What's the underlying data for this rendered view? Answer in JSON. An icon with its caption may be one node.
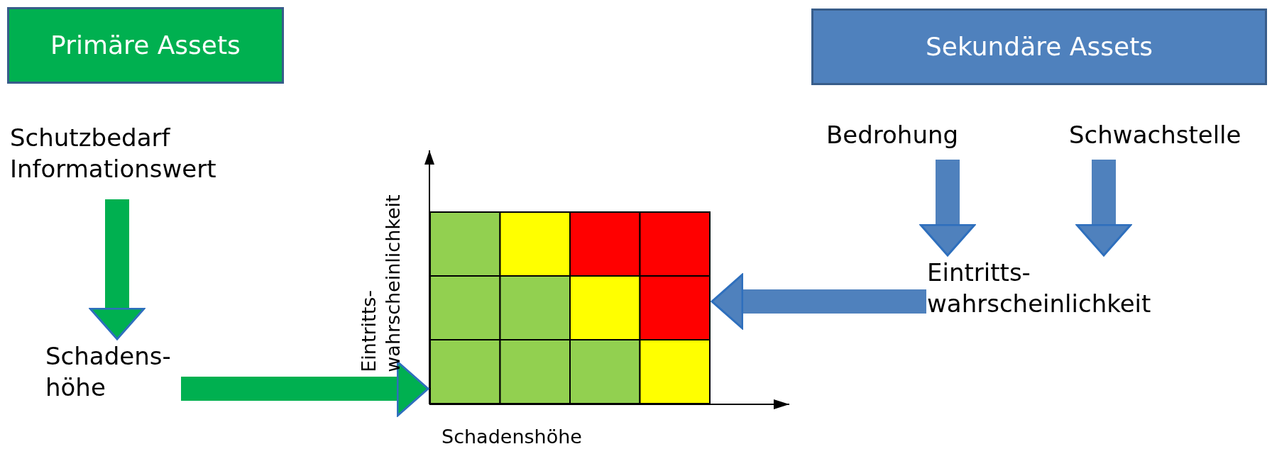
{
  "diagram": {
    "nodes": [
      {
        "text": [
          "Primäre Assets"
        ]
      },
      {
        "text": [
          "Sekundäre Assets"
        ]
      },
      {
        "text": [
          "Schutzbedarf Informationswert"
        ]
      },
      {
        "text": [
          "Schadens- höhe"
        ]
      },
      {
        "text": [
          "Bedrohung"
        ]
      },
      {
        "text": [
          "Schwachstelle"
        ]
      },
      {
        "text": [
          "Eintritts- wahrscheinlichkeit"
        ]
      },
      {
        "text": [],
        "shape": "picture"
      }
    ],
    "edges": [
      {
        "from": 2,
        "to": 3,
        "arrow": "to",
        "color": "#00b050"
      },
      {
        "from": 3,
        "to": 7,
        "arrow": "to",
        "color": "#00b050"
      },
      {
        "from": 4,
        "to": 6,
        "arrow": "to"
      },
      {
        "from": 5,
        "to": 6,
        "arrow": "to"
      },
      {
        "from": 6,
        "to": 7,
        "arrow": "to"
      }
    ],
    "labels": [
      "Eintritts- wahrscheinlichkeit",
      "Schadenshöhe"
    ]
  }
}
